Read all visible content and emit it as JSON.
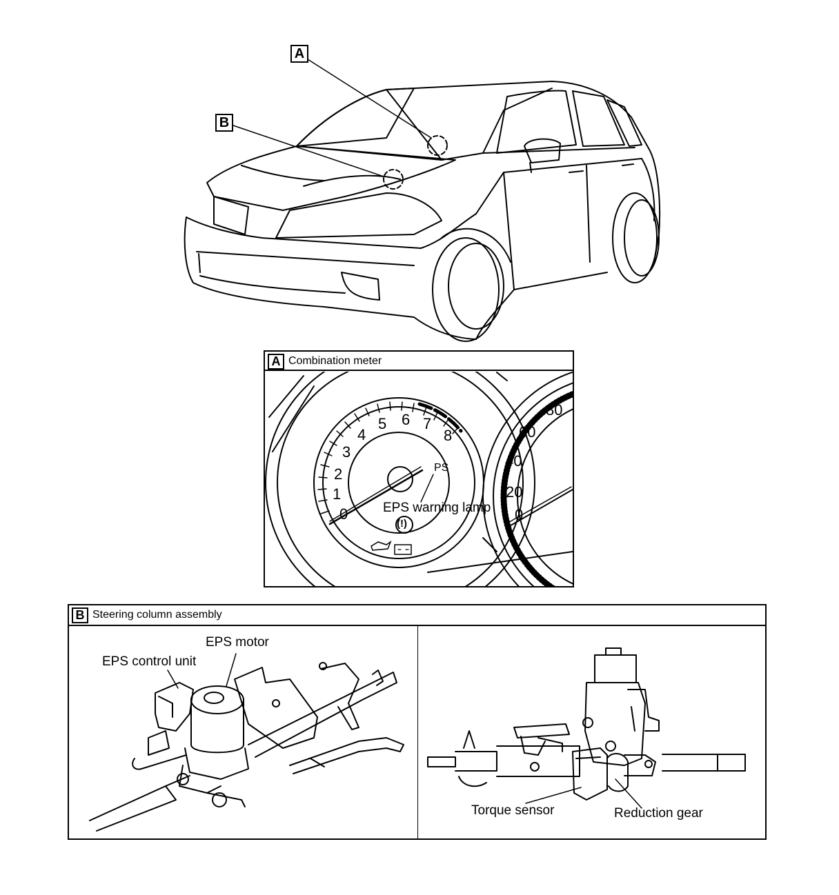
{
  "callouts": {
    "a": "A",
    "b": "B"
  },
  "panel_a": {
    "tag": "A",
    "title": "Combination meter",
    "tach_numbers": [
      "0",
      "1",
      "2",
      "3",
      "4",
      "5",
      "6",
      "7",
      "8"
    ],
    "speed_numbers": [
      "0",
      "20",
      "40",
      "60",
      "80"
    ],
    "ps_label": "PS",
    "lamp_label": "EPS warning lamp",
    "lamp_symbol": "(!)"
  },
  "panel_b": {
    "tag": "B",
    "title": "Steering column assembly",
    "left_labels": {
      "motor": "EPS motor",
      "control_unit": "EPS control unit"
    },
    "right_labels": {
      "torque": "Torque sensor",
      "reduction": "Reduction gear"
    }
  }
}
